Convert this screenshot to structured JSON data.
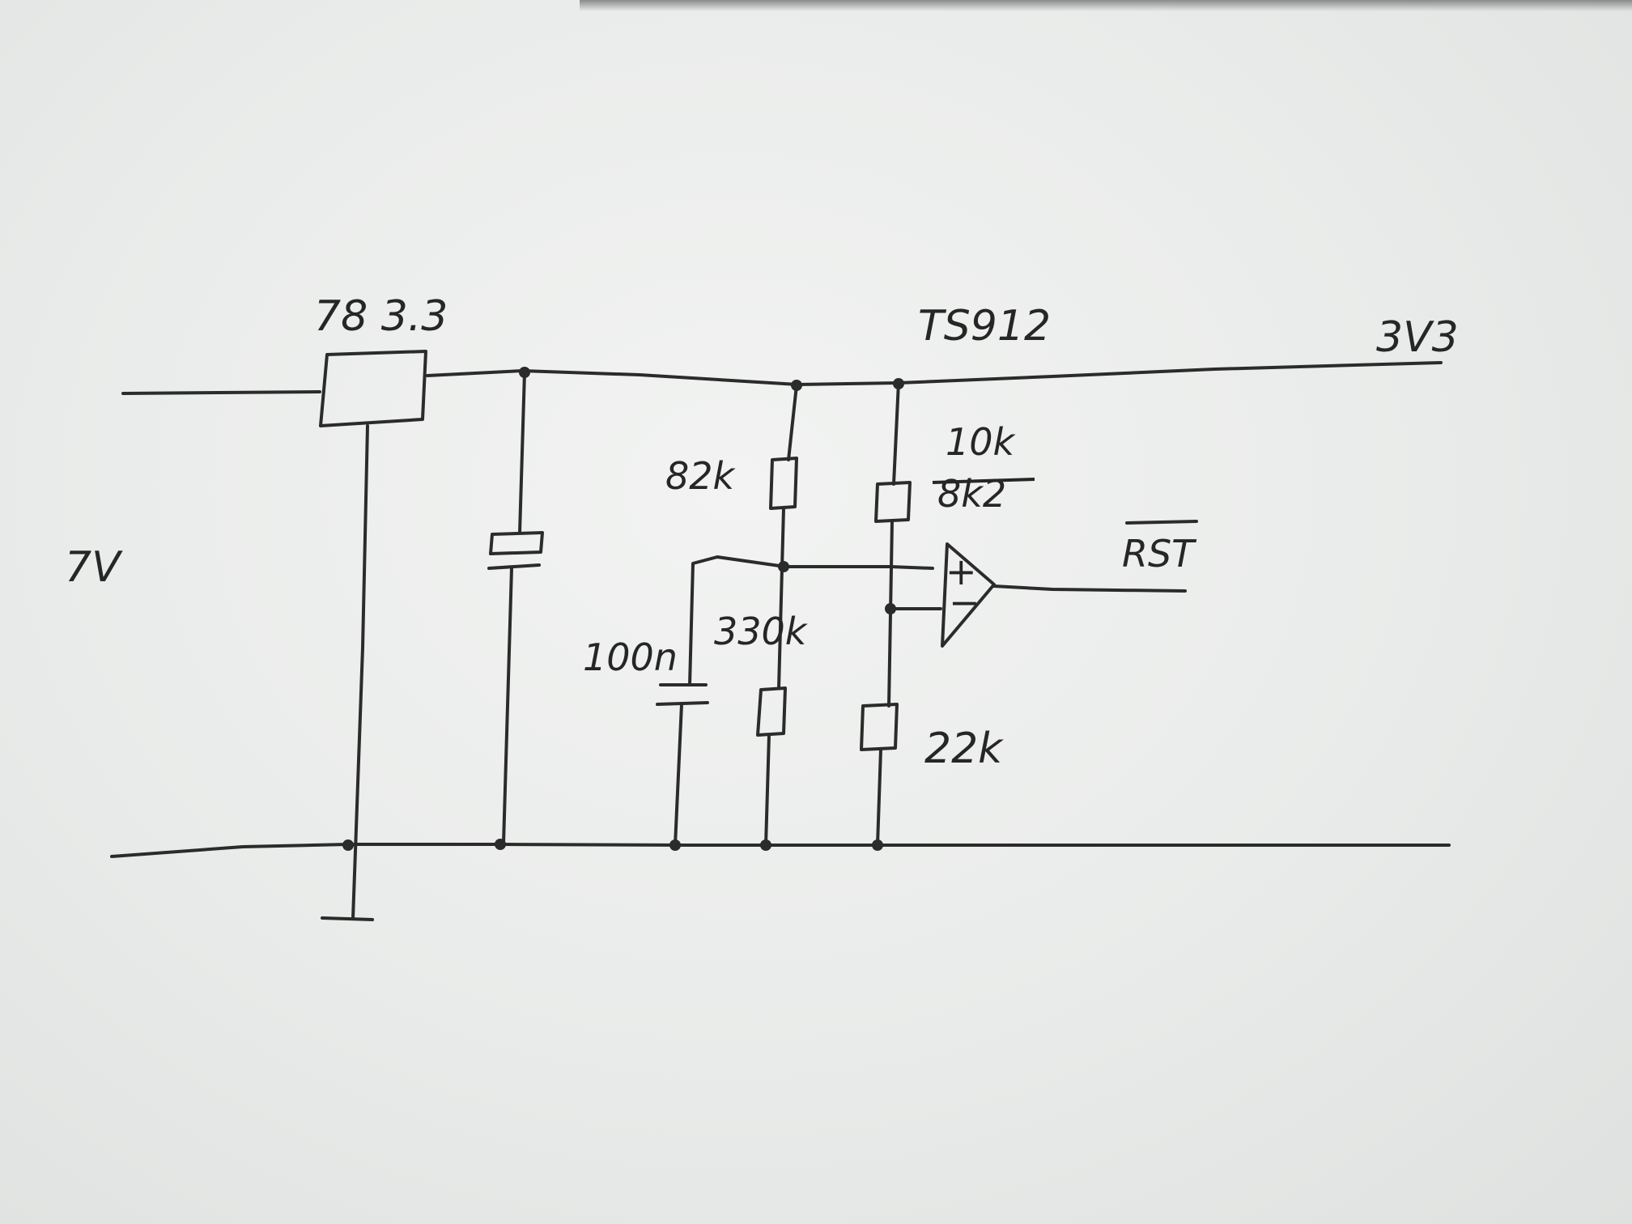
{
  "labels": {
    "regulator": "78 3.3",
    "input_voltage": "7V",
    "ic": "TS912",
    "output_rail": "3V3",
    "r_top_left": "82k",
    "r_bottom_left": "330k",
    "cap_small": "100n",
    "r_top_right": "10k",
    "r_top_right_old": "8k2",
    "r_bottom_right": "22k",
    "opamp_plus": "+",
    "opamp_minus": "−",
    "output_signal": "RST"
  },
  "colors": {
    "ink": "#2b2b2b",
    "paper": "#ecedec"
  }
}
